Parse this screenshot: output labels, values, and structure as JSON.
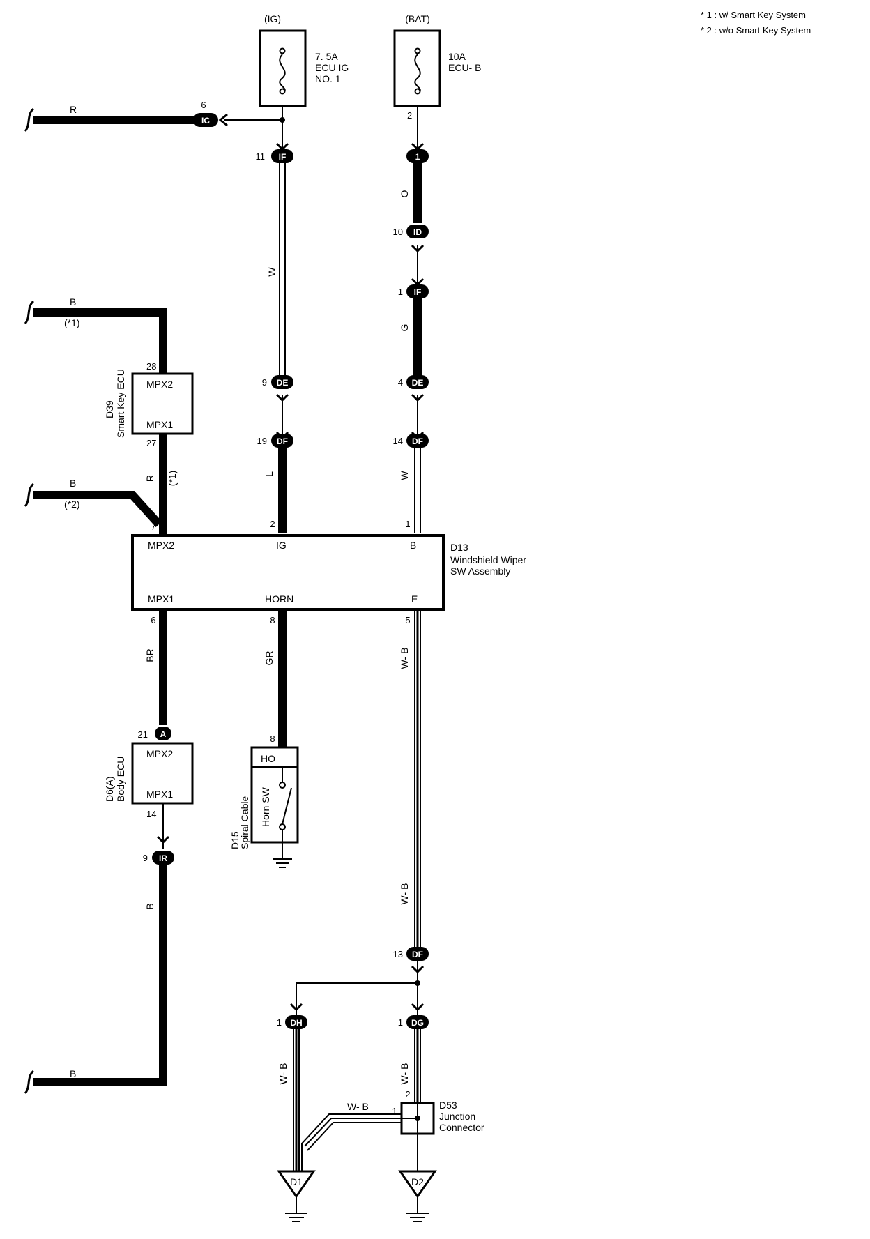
{
  "notes": [
    "* 1 : w/ Smart Key System",
    "* 2 : w/o Smart Key System"
  ],
  "fuses": {
    "ig": {
      "source": "(IG)",
      "rating": "7. 5A",
      "name_line1": "ECU IG",
      "name_line2": "NO. 1"
    },
    "bat": {
      "source": "(BAT)",
      "rating": "10A",
      "name": "ECU- B",
      "pin": "2"
    }
  },
  "connectors": {
    "ic": {
      "code": "IC",
      "pin": "6"
    },
    "if11": {
      "code": "IF",
      "pin": "11"
    },
    "j1": {
      "code": "1"
    },
    "id10": {
      "code": "ID",
      "pin": "10"
    },
    "if1": {
      "code": "IF",
      "pin": "1"
    },
    "de9": {
      "code": "DE",
      "pin": "9"
    },
    "de4": {
      "code": "DE",
      "pin": "4"
    },
    "df19": {
      "code": "DF",
      "pin": "19"
    },
    "df14": {
      "code": "DF",
      "pin": "14"
    },
    "ca21": {
      "code": "A",
      "pin": "21"
    },
    "ir9": {
      "code": "IR",
      "pin": "9"
    },
    "df13": {
      "code": "DF",
      "pin": "13"
    },
    "dh1": {
      "code": "DH",
      "pin": "1"
    },
    "dg1": {
      "code": "DG",
      "pin": "1"
    }
  },
  "wires": {
    "r_top": "R",
    "b1": "B",
    "b1_note": "(*1)",
    "b2": "B",
    "b2_note": "(*2)",
    "r_mid": "R",
    "r_mid_note": "(*1)",
    "w_ig": "W",
    "o": "O",
    "g": "G",
    "l": "L",
    "w_bat": "W",
    "br": "BR",
    "gr": "GR",
    "wb1": "W- B",
    "b_bottom": "B",
    "b_left": "B",
    "wb2": "W- B",
    "wb_dh": "W- B",
    "wb_dg": "W- B",
    "wb_h": "W- B"
  },
  "components": {
    "d39": {
      "id": "D39",
      "name": "Smart Key ECU",
      "pin_top_label": "MPX2",
      "pin_top": "28",
      "pin_bottom_label": "MPX1",
      "pin_bottom": "27"
    },
    "d13": {
      "id": "D13",
      "name_line1": "Windshield Wiper",
      "name_line2": "SW Assembly",
      "mpx2": "MPX2",
      "mpx2_pin": "7",
      "ig": "IG",
      "ig_pin": "2",
      "b": "B",
      "b_pin": "1",
      "mpx1": "MPX1",
      "mpx1_pin": "6",
      "horn": "HORN",
      "horn_pin": "8",
      "e": "E",
      "e_pin": "5"
    },
    "d6": {
      "id": "D6(A)",
      "name": "Body ECU",
      "mpx2": "MPX2",
      "mpx1": "MPX1",
      "mpx1_pin": "14"
    },
    "d15": {
      "id": "D15",
      "name": "Spiral Cable",
      "ho": "HO",
      "ho_pin": "8",
      "sw": "Horn SW"
    },
    "d53": {
      "id": "D53",
      "name_line1": "Junction",
      "name_line2": "Connector",
      "pin_top": "2",
      "pin_left": "1"
    }
  },
  "grounds": {
    "d1": "D1",
    "d2": "D2"
  }
}
